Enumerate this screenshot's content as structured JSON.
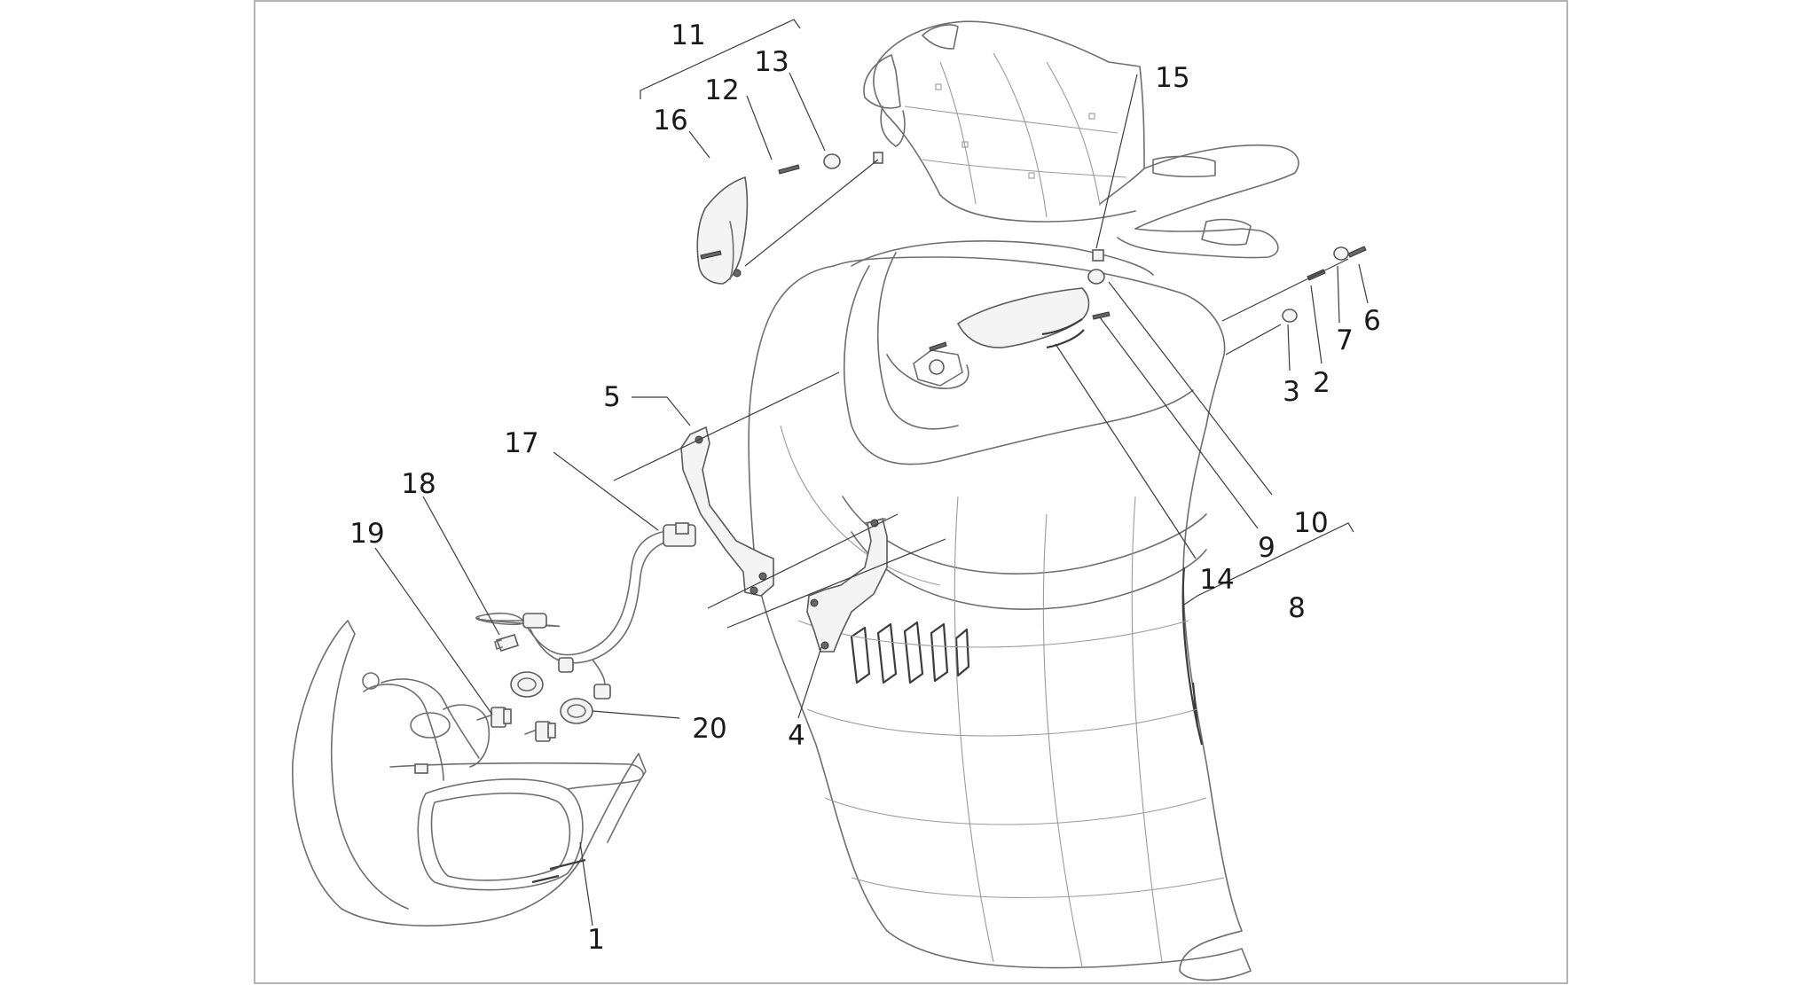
{
  "colors": {
    "line": "#6e6e6e",
    "label": "#1a1a1a",
    "frame": "#9c9c9c"
  },
  "callouts": [
    {
      "id": "1",
      "text": "1"
    },
    {
      "id": "2",
      "text": "2"
    },
    {
      "id": "3",
      "text": "3"
    },
    {
      "id": "4",
      "text": "4"
    },
    {
      "id": "5",
      "text": "5"
    },
    {
      "id": "6",
      "text": "6"
    },
    {
      "id": "7",
      "text": "7"
    },
    {
      "id": "8",
      "text": "8"
    },
    {
      "id": "9",
      "text": "9"
    },
    {
      "id": "10",
      "text": "10"
    },
    {
      "id": "11",
      "text": "11"
    },
    {
      "id": "12",
      "text": "12"
    },
    {
      "id": "13",
      "text": "13"
    },
    {
      "id": "14",
      "text": "14"
    },
    {
      "id": "15",
      "text": "15"
    },
    {
      "id": "16",
      "text": "16"
    },
    {
      "id": "17",
      "text": "17"
    },
    {
      "id": "18",
      "text": "18"
    },
    {
      "id": "19",
      "text": "19"
    },
    {
      "id": "20",
      "text": "20"
    }
  ]
}
